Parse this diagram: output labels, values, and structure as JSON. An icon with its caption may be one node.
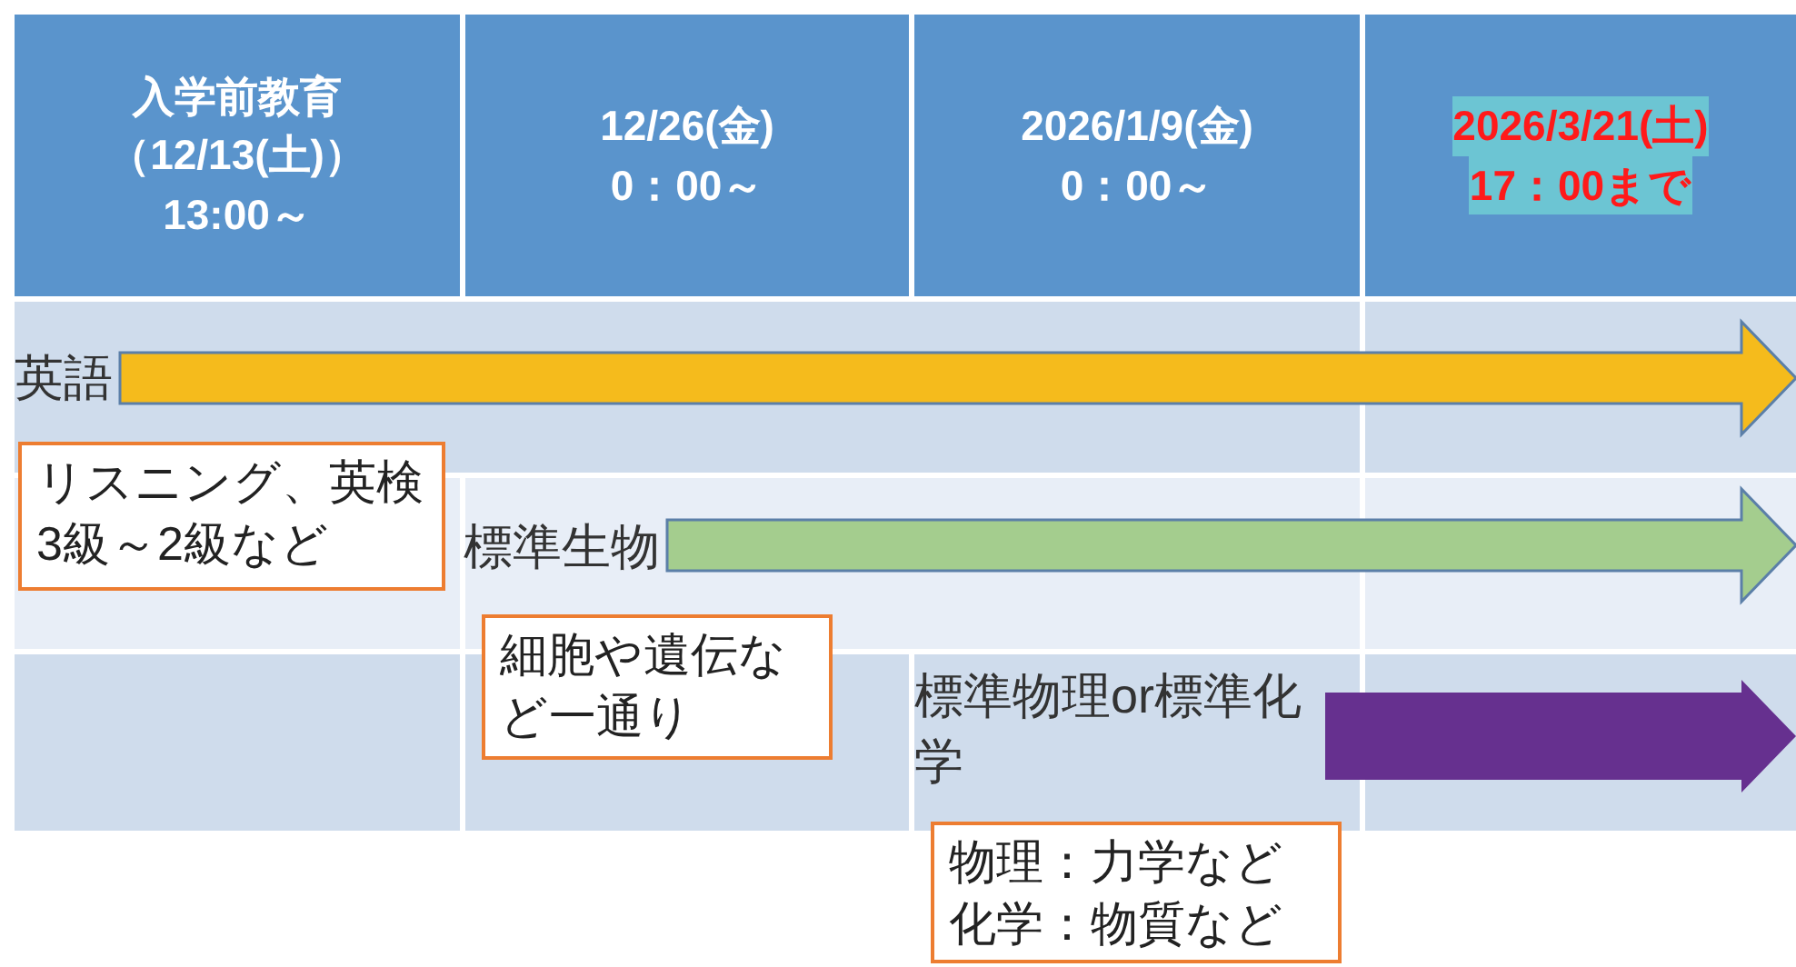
{
  "diagram": {
    "nodes": [
      {
        "text": [
          "入学前教育",
          "（12/13(土)）",
          "13:00～"
        ]
      },
      {
        "text": [
          "12/26(金)",
          "0：00～"
        ]
      },
      {
        "text": [
          "2026/1/9(金)",
          "0：00～"
        ]
      },
      {
        "text": [
          "2026/3/21(土)",
          "17：00まで"
        ]
      },
      {
        "text": [
          "英語"
        ]
      },
      {
        "text": [
          "リスニング、英検3級～2級など"
        ]
      },
      {
        "text": [
          "標準生物"
        ]
      },
      {
        "text": [
          "細胞や遺伝など一通り"
        ]
      },
      {
        "text": [
          "標準物理or標準化学"
        ]
      },
      {
        "text": [
          "物理：力学など化学：物質など"
        ]
      }
    ],
    "edges": [
      {
        "from": 4,
        "to": null,
        "arrow": "to",
        "color": "#f5bb1c"
      },
      {
        "from": 6,
        "to": null,
        "arrow": "to",
        "color": "#a4cd8e"
      },
      {
        "from": 8,
        "to": null,
        "arrow": "to",
        "color": "#66308f",
        "style": "thick"
      }
    ]
  }
}
